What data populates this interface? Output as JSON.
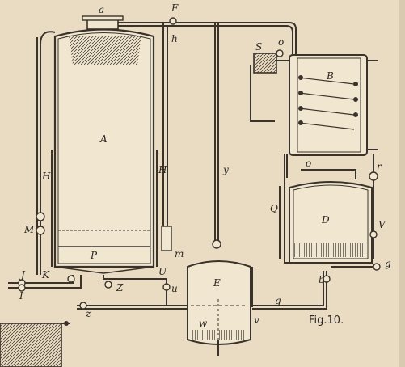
{
  "figure": {
    "caption": "Fig.10."
  },
  "labels": {
    "a": "a",
    "F": "F",
    "h": "h",
    "S": "S",
    "o_top": "o",
    "B": "B",
    "A": "A",
    "H_left": "H",
    "H_right": "H",
    "y": "y",
    "o_mid": "o",
    "r": "r",
    "Q": "Q",
    "M": "M",
    "D": "D",
    "V": "V",
    "m": "m",
    "P": "P",
    "U": "U",
    "J": "J",
    "K": "K",
    "g_right": "g",
    "E": "E",
    "b": "b",
    "I": "I",
    "Z": "Z",
    "u": "u",
    "g_bottom": "g",
    "z": "z",
    "w": "w",
    "v": "v"
  },
  "colors": {
    "paper": "#e9dcc3",
    "ink": "#3a332b",
    "vessel": "#f1e6cf"
  }
}
